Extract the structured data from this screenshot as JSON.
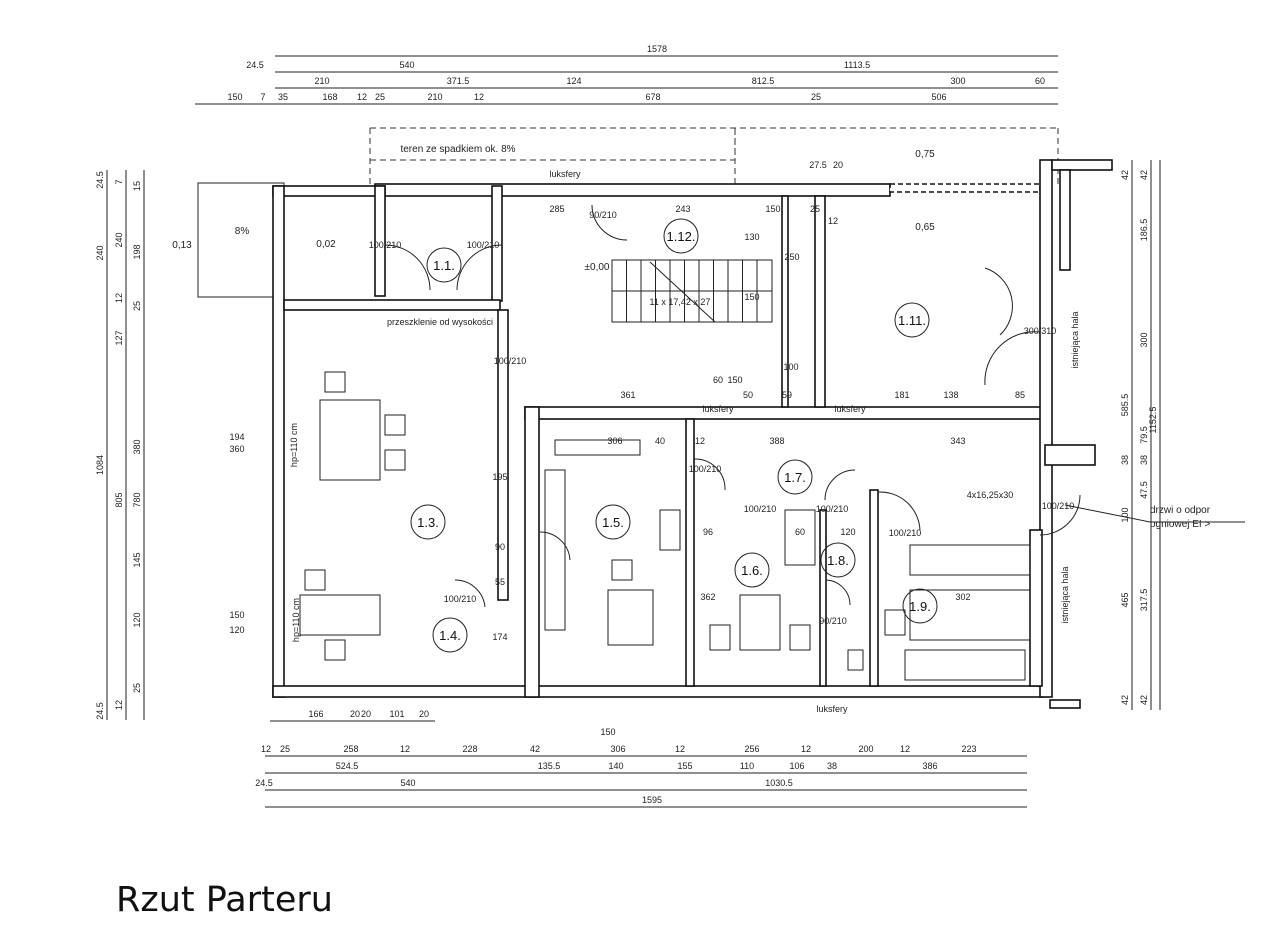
{
  "title": "Rzut Parteru",
  "rooms": [
    "1.1.",
    "1.3.",
    "1.4.",
    "1.5.",
    "1.6.",
    "1.7.",
    "1.8.",
    "1.9.",
    "1.11.",
    "1.12."
  ],
  "notes": {
    "terrain": "teren ze spadkiem ok. 8%",
    "glass_blocks": "luksfery",
    "glazing": "przeszklenie od wysokości",
    "existing_hall": "istniejąca hala",
    "fire_door_1": "drzwi o odpor",
    "fire_door_2": "ogniowej EI >",
    "slope": "8%",
    "lvl_002": "0,02",
    "lvl_013": "0,13",
    "lvl_000": "±0,00",
    "lvl_075": "0,75",
    "lvl_065": "0,65",
    "stairs": "11 x 17,42 x 27",
    "stair_small": "4x16,25x30",
    "window_1": "hp=110 cm",
    "window_2": "hp=110 cm"
  },
  "dimensions": {
    "top_row1": [
      "1578"
    ],
    "top_row2": [
      "24.5",
      "540",
      "1113.5"
    ],
    "top_row3": [
      "210",
      "371.5",
      "124",
      "812.5",
      "300",
      "60"
    ],
    "top_row4": [
      "150",
      "7",
      "35",
      "168",
      "12",
      "25",
      "210",
      "12",
      "678",
      "25",
      "506"
    ],
    "bottom_row0": [
      "166",
      "20",
      "20",
      "101",
      "20"
    ],
    "bottom_row1": [
      "12",
      "25",
      "258",
      "12",
      "228",
      "42",
      "306",
      "12",
      "256",
      "12",
      "200",
      "12",
      "223"
    ],
    "bottom_row2": [
      "524.5",
      "135.5",
      "140",
      "155",
      "110",
      "106",
      "38",
      "386"
    ],
    "bottom_row3": [
      "24.5",
      "540",
      "1030.5"
    ],
    "bottom_row4": [
      "1595"
    ],
    "left_col1": [
      "24.5",
      "240",
      "1084",
      "24.5"
    ],
    "left_col2": [
      "7",
      "240",
      "12",
      "127",
      "805",
      "12"
    ],
    "left_col3": [
      "15",
      "198",
      "25",
      "380",
      "780",
      "145",
      "120",
      "25"
    ],
    "right_col1": [
      "42",
      "585.5",
      "38",
      "100",
      "465",
      "42"
    ],
    "right_col2": [
      "42",
      "186.5",
      "300",
      "79.5",
      "38",
      "47.5",
      "317.5",
      "42"
    ],
    "right_col3": [
      "1152.5"
    ],
    "doors": [
      "100/210",
      "100/210",
      "90/210",
      "100/210",
      "100/210",
      "100/210",
      "100/210",
      "100/210",
      "90/210",
      "100/210",
      "300/310",
      "100/210"
    ],
    "inner": [
      "285",
      "243",
      "150",
      "25",
      "12",
      "361",
      "388",
      "343",
      "181",
      "138",
      "85",
      "60",
      "50",
      "150",
      "59",
      "100",
      "194",
      "360",
      "150",
      "120",
      "150",
      "306",
      "40",
      "12",
      "96",
      "60",
      "120",
      "302",
      "362",
      "195",
      "90",
      "174",
      "55",
      "27.5",
      "20",
      "250",
      "130",
      "150"
    ]
  }
}
